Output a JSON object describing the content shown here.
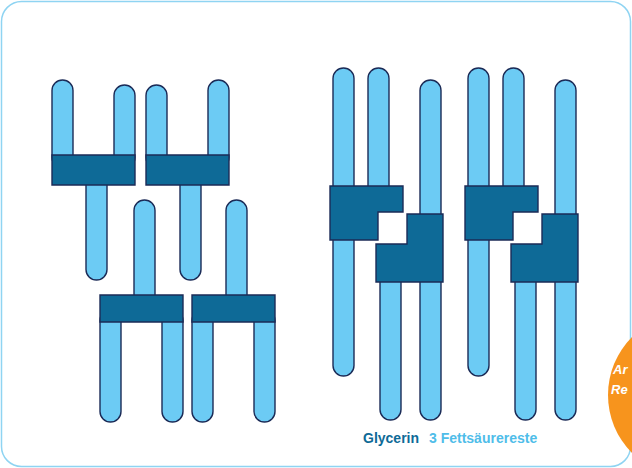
{
  "diagram": {
    "labels": [
      "Glycerin",
      "3 Fettsäurereste",
      "Ar",
      "Re"
    ]
  }
}
